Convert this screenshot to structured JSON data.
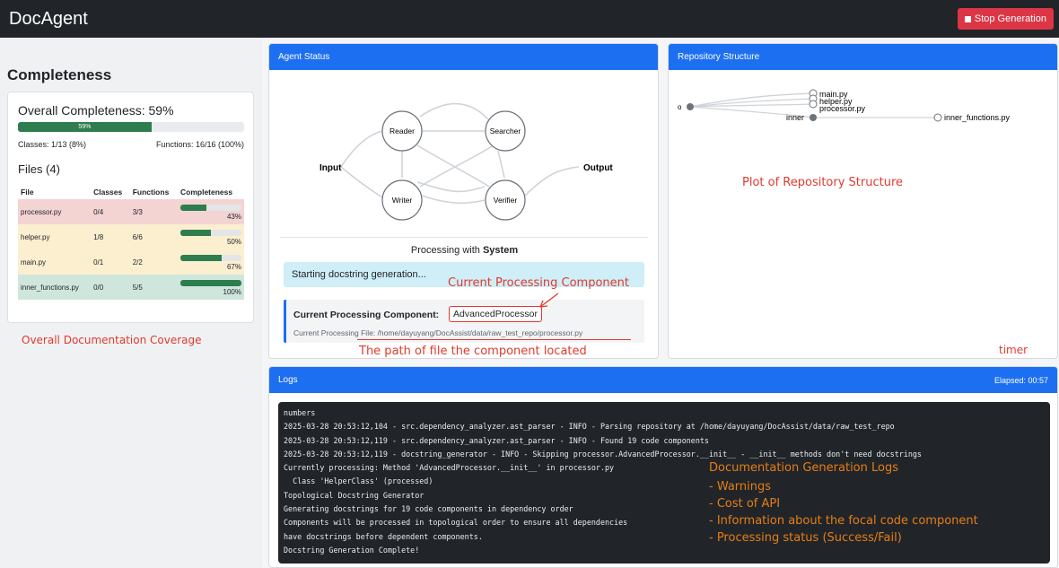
{
  "app": {
    "title": "DocAgent"
  },
  "toolbar": {
    "stop_label": "Stop Generation"
  },
  "sidebar": {
    "title": "Completeness",
    "overall_label": "Overall Completeness: 59%",
    "overall_percent": 59,
    "overall_bar_label": "59%",
    "classes_stat": "Classes: 1/13 (8%)",
    "functions_stat": "Functions: 16/16 (100%)",
    "files_title": "Files (4)",
    "headers": {
      "file": "File",
      "classes": "Classes",
      "functions": "Functions",
      "completeness": "Completeness"
    },
    "files": [
      {
        "name": "processor.py",
        "classes": "0/4",
        "functions": "3/3",
        "percent": 43,
        "label": "43%",
        "status": "red"
      },
      {
        "name": "helper.py",
        "classes": "1/8",
        "functions": "6/6",
        "percent": 50,
        "label": "50%",
        "status": "yellow"
      },
      {
        "name": "main.py",
        "classes": "0/1",
        "functions": "2/2",
        "percent": 67,
        "label": "67%",
        "status": "yellow"
      },
      {
        "name": "inner_functions.py",
        "classes": "0/0",
        "functions": "5/5",
        "percent": 100,
        "label": "100%",
        "status": "green"
      }
    ]
  },
  "agent_status": {
    "header": "Agent Status",
    "nodes": {
      "reader": "Reader",
      "searcher": "Searcher",
      "writer": "Writer",
      "verifier": "Verifier",
      "input": "Input",
      "output": "Output"
    },
    "processing_prefix": "Processing with ",
    "processing_agent": "System",
    "starting_msg": "Starting docstring generation...",
    "current_label": "Current Processing Component:",
    "current_component": "AdvancedProcessor",
    "current_file": "Current Processing File: /home/dayuyang/DocAssist/data/raw_test_repo/processor.py"
  },
  "repo": {
    "header": "Repository Structure",
    "nodes": {
      "root": "o",
      "inner": "inner",
      "main": "main.py",
      "helper": "helper.py",
      "processor": "processor.py",
      "inner_functions": "inner_functions.py"
    }
  },
  "logs": {
    "header": "Logs",
    "elapsed": "Elapsed: 00:57",
    "lines": [
      "numbers",
      "2025-03-28 20:53:12,104 - src.dependency_analyzer.ast_parser - INFO - Parsing repository at /home/dayuyang/DocAssist/data/raw_test_repo",
      "2025-03-28 20:53:12,119 - src.dependency_analyzer.ast_parser - INFO - Found 19 code components",
      "2025-03-28 20:53:12,119 - docstring_generator - INFO - Skipping processor.AdvancedProcessor.__init__ - __init__ methods don't need docstrings",
      "Currently processing: Method 'AdvancedProcessor.__init__' in processor.py",
      "  Class 'HelperClass' (processed)",
      "Topological Docstring Generator",
      "Generating docstrings for 19 code components in dependency order",
      "Components will be processed in topological order to ensure all dependencies",
      "have docstrings before dependent components.",
      "Docstring Generation Complete!"
    ]
  },
  "annotations": {
    "coverage": "Overall Documentation Coverage",
    "current_component": "Current Processing Component",
    "file_path": "The path of file the component located",
    "repo_plot": "Plot of Repository Structure",
    "timer": "timer",
    "logs_title": "Documentation Generation Logs",
    "logs_items": [
      "- Warnings",
      "- Cost of API",
      "- Information about the focal code component",
      "- Processing status (Success/Fail)"
    ]
  },
  "colors": {
    "accent": "#1d6ff2",
    "danger": "#dc3545",
    "success": "#2e7d4f",
    "annotation_red": "#e03a2f",
    "annotation_orange": "#e57d17"
  }
}
